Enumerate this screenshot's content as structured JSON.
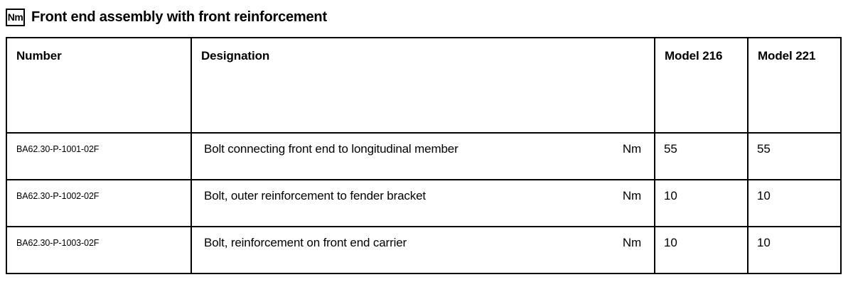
{
  "header": {
    "unit_badge": "Nm",
    "badge_icon_name": "newton-meter-icon",
    "title": "Front end assembly with front reinforcement"
  },
  "table": {
    "columns": [
      {
        "key": "number",
        "label": "Number"
      },
      {
        "key": "designation",
        "label": "Designation"
      },
      {
        "key": "model_216",
        "label": "Model 216"
      },
      {
        "key": "model_221",
        "label": "Model 221"
      }
    ],
    "rows": [
      {
        "number": "BA62.30-P-1001-02F",
        "designation": "Bolt connecting front end to longitudinal member",
        "unit": "Nm",
        "model_216": "55",
        "model_221": "55"
      },
      {
        "number": "BA62.30-P-1002-02F",
        "designation": "Bolt, outer reinforcement to fender bracket",
        "unit": "Nm",
        "model_216": "10",
        "model_221": "10"
      },
      {
        "number": "BA62.30-P-1003-02F",
        "designation": "Bolt, reinforcement on front end carrier",
        "unit": "Nm",
        "model_216": "10",
        "model_221": "10"
      }
    ]
  },
  "colors": {
    "background": "#ffffff",
    "text": "#000000",
    "border": "#000000"
  }
}
